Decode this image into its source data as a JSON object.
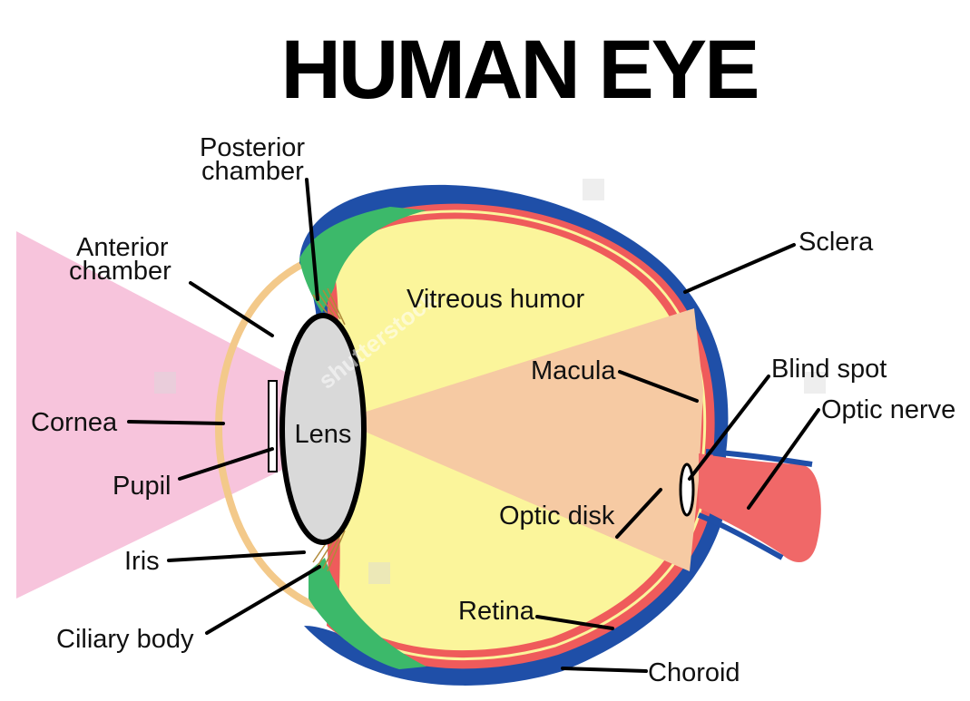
{
  "title": "HUMAN EYE",
  "labels": {
    "posterior_chamber_1": "Posterior",
    "posterior_chamber_2": "chamber",
    "anterior_chamber_1": "Anterior",
    "anterior_chamber_2": "chamber",
    "cornea": "Cornea",
    "pupil": "Pupil",
    "iris": "Iris",
    "ciliary_body": "Ciliary body",
    "lens": "Lens",
    "vitreous_humor": "Vitreous humor",
    "macula": "Macula",
    "optic_disk": "Optic disk",
    "retina": "Retina",
    "choroid": "Choroid",
    "sclera": "Sclera",
    "blind_spot": "Blind spot",
    "optic_nerve": "Optic nerve"
  },
  "watermark": "shutterstock",
  "colors": {
    "sclera": "#1f4fa8",
    "retina": "#ef5b5b",
    "vitreous": "#fbf59b",
    "ciliary": "#3cb96a",
    "cornea": "#f3c98a",
    "light_beam": "#f7c4dc",
    "focus_cone": "#f6caa3",
    "lens_fill": "#d9d9d9",
    "optic_nerve": "#f06868"
  }
}
